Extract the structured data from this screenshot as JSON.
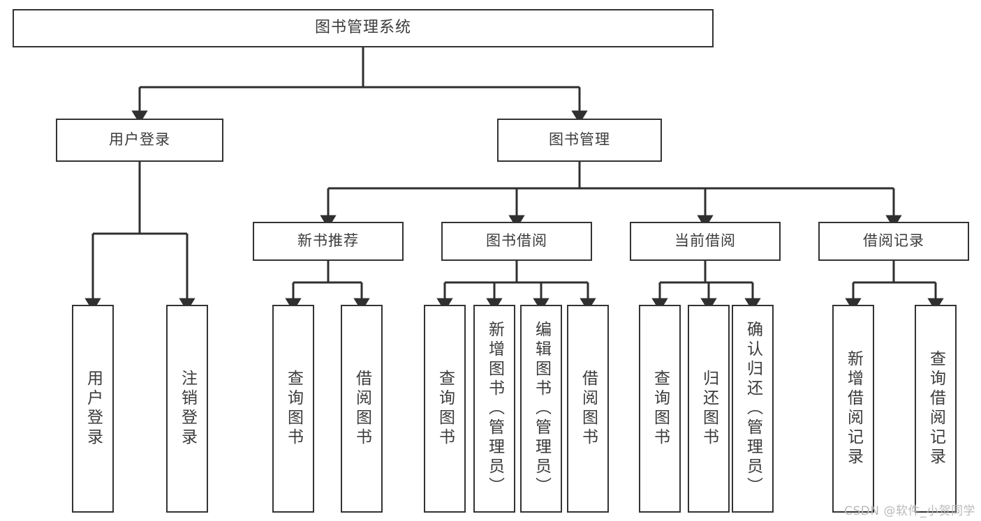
{
  "diagram": {
    "title": "图书管理系统",
    "type": "tree",
    "background_color": "#ffffff",
    "box_border_color": "#333333",
    "text_color": "#3b3b3b",
    "watermark": "CSDN @软件_小贺同学"
  },
  "nodes": {
    "root": {
      "label": "图书管理系统"
    },
    "level2": [
      {
        "label": "用户登录"
      },
      {
        "label": "图书管理"
      }
    ],
    "level3": [
      {
        "label": "新书推荐"
      },
      {
        "label": "图书借阅"
      },
      {
        "label": "当前借阅"
      },
      {
        "label": "借阅记录"
      }
    ],
    "leaves": {
      "user_login": [
        {
          "label": "用户登录"
        },
        {
          "label": "注销登录"
        }
      ],
      "new_book_recommend": [
        {
          "label": "查询图书"
        },
        {
          "label": "借阅图书"
        }
      ],
      "book_borrow": [
        {
          "label": "查询图书"
        },
        {
          "label": "新增图书（管理员）"
        },
        {
          "label": "编辑图书（管理员）"
        },
        {
          "label": "借阅图书"
        }
      ],
      "current_borrow": [
        {
          "label": "查询图书"
        },
        {
          "label": "归还图书"
        },
        {
          "label": "确认归还（管理员）"
        }
      ],
      "borrow_record": [
        {
          "label": "新增借阅记录"
        },
        {
          "label": "查询借阅记录"
        }
      ]
    }
  }
}
